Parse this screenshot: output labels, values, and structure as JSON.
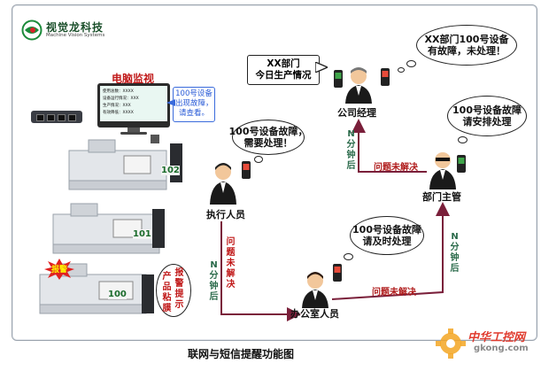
{
  "logo": {
    "name_cn": "视觉龙科技",
    "name_en": "Machine Vision Systems"
  },
  "monitor": {
    "title": "电脑监视",
    "screen_lines": [
      "使用总数：XXXX",
      "设备运行情况：XXX",
      "生产情况：XXX",
      "有效降低：XXXX"
    ],
    "alert": "100号设备\n出现故障，\n请查看。"
  },
  "machines": [
    {
      "number": "102"
    },
    {
      "number": "101"
    },
    {
      "number": "100"
    }
  ],
  "alarm_sign": "报警",
  "sticker": {
    "line1": "产品",
    "line2": "粘膜",
    "line3": "报警",
    "line4": "提示"
  },
  "people": {
    "operator": "执行人员",
    "office": "办公室人员",
    "supervisor": "部门主管",
    "manager": "公司经理"
  },
  "bubbles": {
    "operator": "100号设备故障，\n需要处理！",
    "office": "100号设备故障\n请及时处理",
    "supervisor": "100号设备故障\n请安排处理",
    "manager": "XX部门100号设备\n有故障，未处理！",
    "report": "XX部门\n今日生产情况"
  },
  "flow_labels": {
    "operator_to_office_unsolved": "问题未解决",
    "operator_to_office_time": "N分钟后",
    "office_to_supervisor_unsolved": "问题未解决",
    "supervisor_right_time": "N分钟后",
    "supervisor_to_manager_unsolved": "问题未解决",
    "manager_time": "N分钟后"
  },
  "caption": "联网与短信提醒功能图",
  "watermark": {
    "cn": "中华工控网",
    "url": "gkong.com"
  },
  "colors": {
    "arrow": "#7a1f3a",
    "red_text": "#c01818",
    "green_text": "#2a6a4a",
    "alert_text": "#2a5bd7"
  }
}
